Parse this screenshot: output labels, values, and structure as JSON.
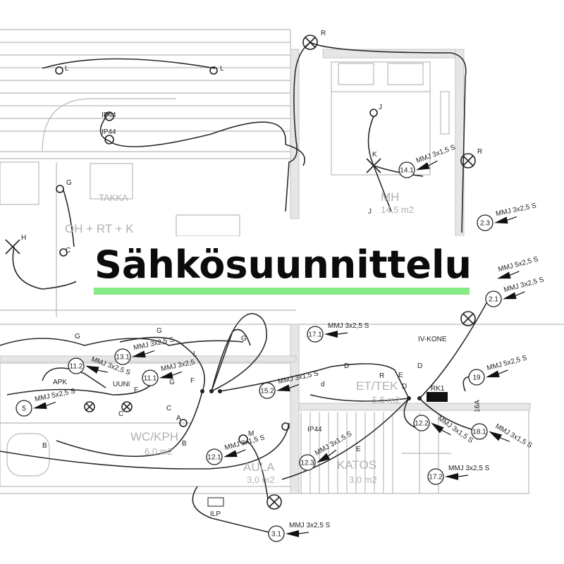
{
  "title": "Sähkösuunnittelu",
  "colors": {
    "underline": "#86ea86",
    "walls": "#b9b9b9",
    "wires": "#2a2a2a"
  },
  "rooms": [
    {
      "name": "MH",
      "area": "14,5 m2"
    },
    {
      "name": "TAKKA"
    },
    {
      "name": "OH + RT + K"
    },
    {
      "name": "WC/KPH",
      "area": "6,0 m2"
    },
    {
      "name": "AULA",
      "area": "3,0 m2"
    },
    {
      "name": "KATOS",
      "area": "3,0 m2"
    },
    {
      "name": "ET/TEK",
      "area": "5,5 m2"
    }
  ],
  "equipment": [
    "IV-KONE",
    "ILP",
    "IP44",
    "IP44",
    "IP44",
    "RK1",
    "16A",
    "APK",
    "UUNI"
  ],
  "fixture_letters": [
    "R",
    "L",
    "L",
    "J",
    "K",
    "G",
    "H",
    "C",
    "R",
    "G",
    "G",
    "G",
    "F",
    "L",
    "F",
    "G",
    "A",
    "C",
    "C",
    "B",
    "B",
    "D",
    "D",
    "E",
    "D",
    "R",
    "M",
    "E",
    "d",
    "J"
  ],
  "circuits": [
    {
      "id": "14.1",
      "cable": "MMJ 3x1,5 S"
    },
    {
      "id": "2.3",
      "cable": "MMJ 3x2,5 S"
    },
    {
      "id": "",
      "cable": "MMJ 5x2,5 S"
    },
    {
      "id": "2.1",
      "cable": "MMJ 3x2,5 S"
    },
    {
      "id": "17.1",
      "cable": "MMJ 3x2,5 S"
    },
    {
      "id": "13.1",
      "cable": "MMJ 3x2,5 S"
    },
    {
      "id": "11.2",
      "cable": "MMJ 3x2,5 S"
    },
    {
      "id": "11.1",
      "cable": "MMJ 3x2,5"
    },
    {
      "id": "15.2",
      "cable": "MMJ 3x1,5 S"
    },
    {
      "id": "5",
      "cable": "MMJ 5x2,5 S"
    },
    {
      "id": "12.1",
      "cable": "MMJ 3x1,5 S"
    },
    {
      "id": "12.3",
      "cable": "MMJ 3x1,5 S"
    },
    {
      "id": "12.2",
      "cable": "MMJ 3x1,5 S"
    },
    {
      "id": "18.1",
      "cable": "MMJ 3x1,5 S"
    },
    {
      "id": "19",
      "cable": "MMJ 5x2,5 S"
    },
    {
      "id": "17.2",
      "cable": "MMJ 3x2,5 S"
    },
    {
      "id": "3.1",
      "cable": "MMJ 3x2,5 S"
    }
  ]
}
